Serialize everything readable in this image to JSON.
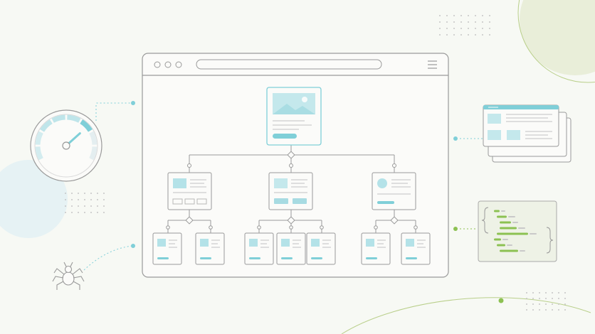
{
  "illustration": {
    "theme": "website architecture / crawler",
    "colors": {
      "background": "#f7f9f4",
      "stroke": "#9a9a9a",
      "accent_blue": "#7fcfd8",
      "accent_blue_light": "#c4e8ec",
      "accent_green": "#8cc152",
      "green_blob": "#e9eed9",
      "blue_blob": "#e6f2f4",
      "card_fill": "#fbfbf9"
    },
    "icons": [
      "speedometer-icon",
      "spider-icon",
      "browser-window-icon",
      "image-placeholder-icon",
      "code-snippet-icon",
      "stacked-pages-icon"
    ],
    "sitemap": {
      "levels": 3,
      "root_pages": 1,
      "second_level_pages": 3,
      "third_level_pages": 7
    },
    "gauge": {
      "level": 0.7
    }
  }
}
